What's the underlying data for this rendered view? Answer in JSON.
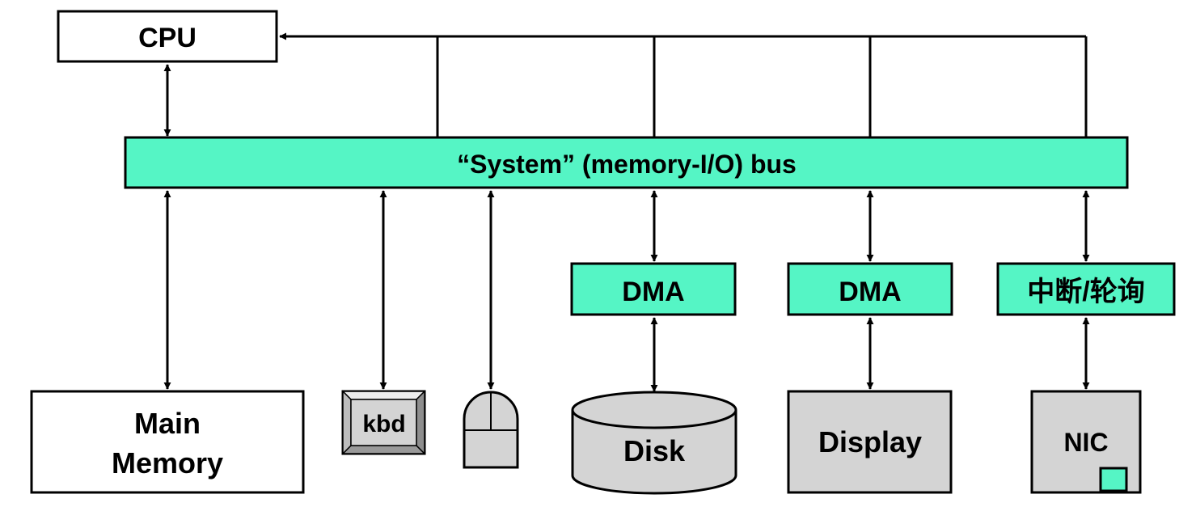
{
  "diagram": {
    "cpu_label": "CPU",
    "bus_label": "“System” (memory-I/O) bus",
    "main_memory_line1": "Main",
    "main_memory_line2": "Memory",
    "keyboard_label": "kbd",
    "dma_disk_label": "DMA",
    "dma_display_label": "DMA",
    "interrupt_label": "中断/轮询",
    "disk_label": "Disk",
    "display_label": "Display",
    "nic_label": "NIC"
  },
  "colors": {
    "bus": "#55F5C5",
    "controller": "#55F5C5",
    "device_gray": "#D4D4D4",
    "outline": "#000000"
  }
}
